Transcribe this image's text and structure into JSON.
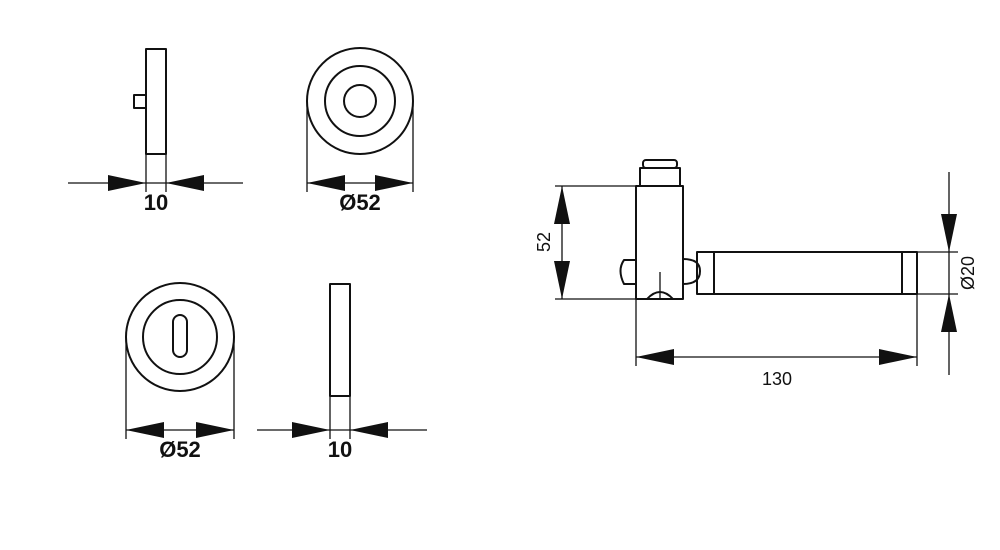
{
  "colors": {
    "line": "#111111",
    "background": "#ffffff"
  },
  "rosette_side_view": {
    "thickness_label": "10"
  },
  "rosette_front_view": {
    "diameter_label": "Ø52"
  },
  "escutcheon_front_view": {
    "diameter_label": "Ø52"
  },
  "escutcheon_side_view": {
    "thickness_label": "10"
  },
  "lever_handle_view": {
    "height_label": "52",
    "length_label": "130",
    "grip_diameter_label": "Ø20"
  }
}
